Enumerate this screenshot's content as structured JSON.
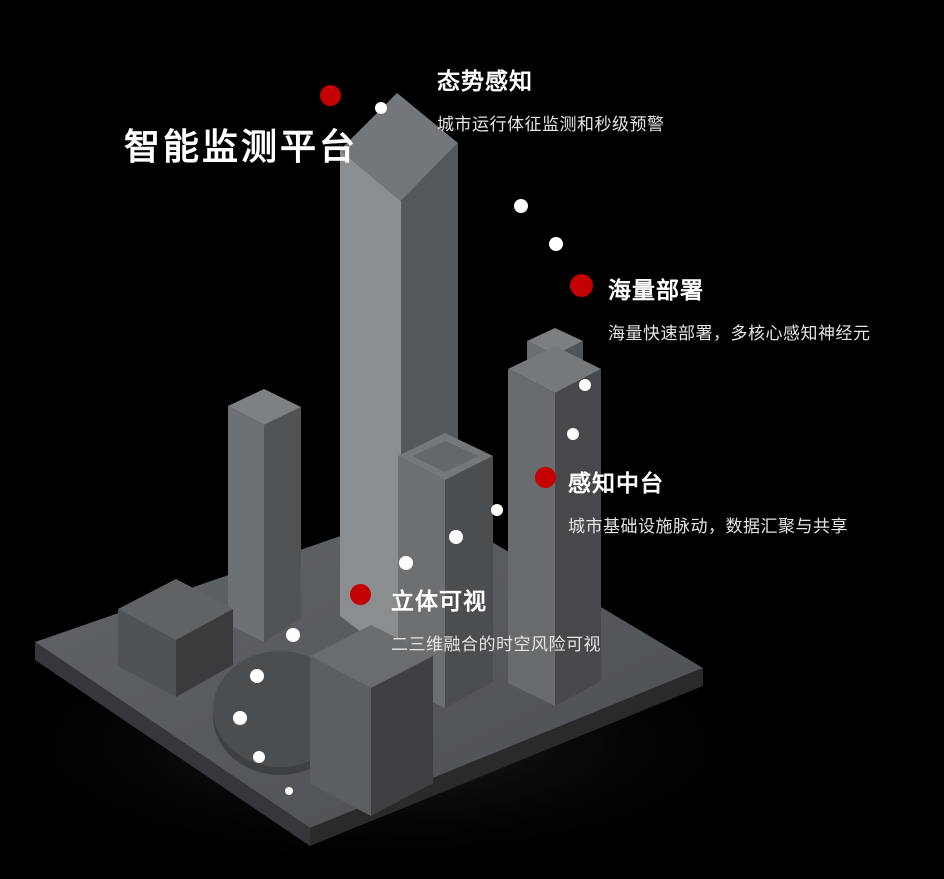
{
  "colors": {
    "background": "#000000",
    "accent_red": "#c40000",
    "title_white": "#ffffff",
    "desc_gray": "#e4e4e4"
  },
  "hero": {
    "title": "智能监测平台"
  },
  "features": [
    {
      "title": "态势感知",
      "desc": "城市运行体征监测和秒级预警"
    },
    {
      "title": "海量部署",
      "desc": "海量快速部署，多核心感知神经元"
    },
    {
      "title": "感知中台",
      "desc": "城市基础设施脉动，数据汇聚与共享"
    },
    {
      "title": "立体可视",
      "desc": "二三维融合的时空风险可视"
    }
  ],
  "illustration": {
    "name": "isometric-city-model",
    "dot_color": "#ffffff",
    "building_color_light": "#8b8e91",
    "building_color_mid": "#6d7073",
    "building_color_dark": "#4b4e51"
  }
}
